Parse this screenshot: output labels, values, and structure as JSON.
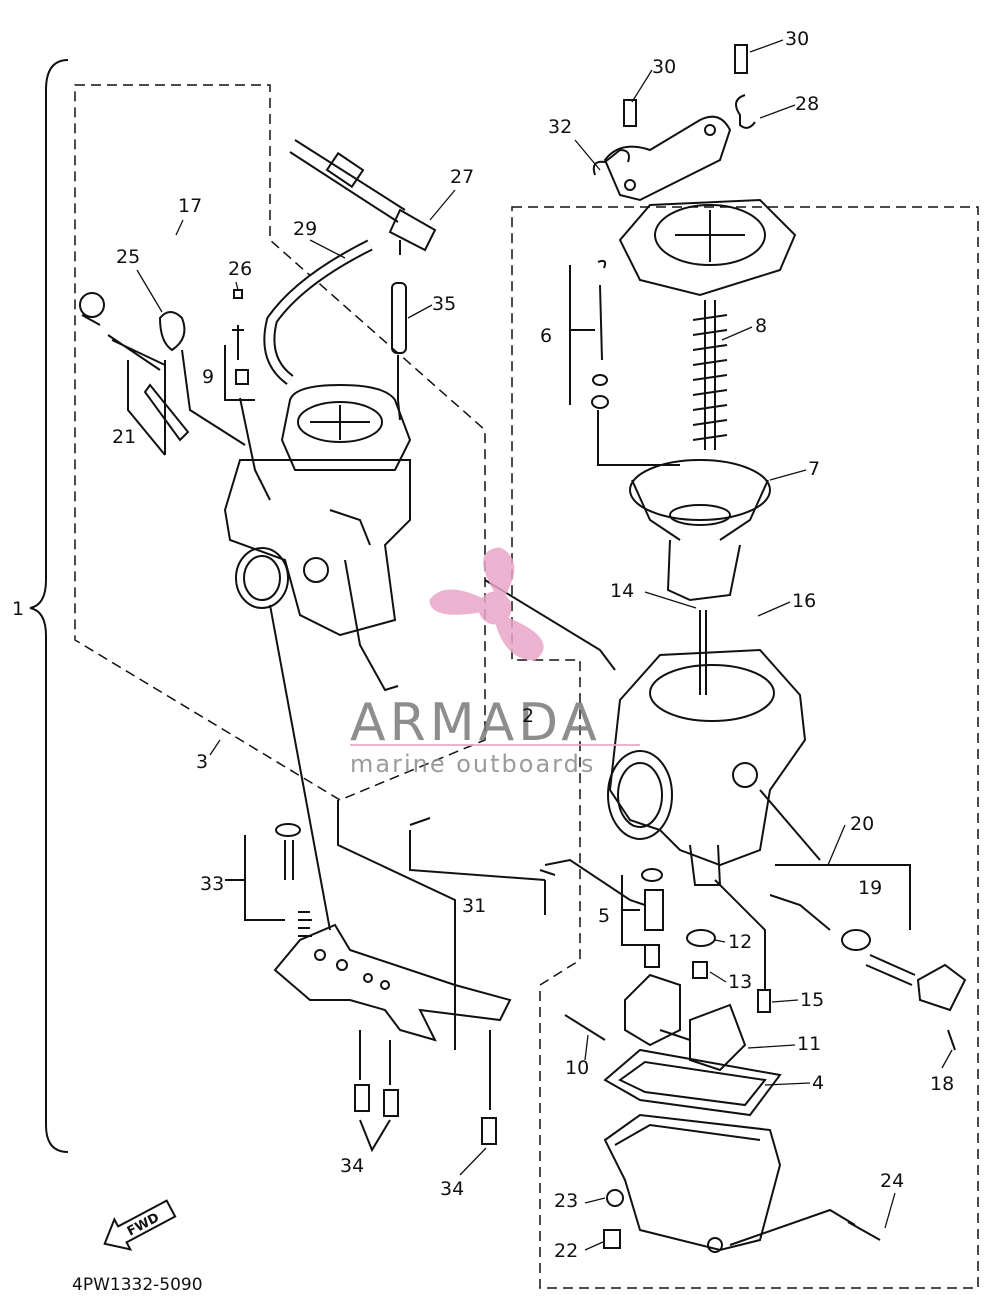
{
  "diagram": {
    "part_labels": [
      {
        "id": "p30a",
        "text": "30"
      },
      {
        "id": "p30b",
        "text": "30"
      },
      {
        "id": "p28",
        "text": "28"
      },
      {
        "id": "p32",
        "text": "32"
      },
      {
        "id": "p27",
        "text": "27"
      },
      {
        "id": "p17",
        "text": "17"
      },
      {
        "id": "p29",
        "text": "29"
      },
      {
        "id": "p25",
        "text": "25"
      },
      {
        "id": "p26",
        "text": "26"
      },
      {
        "id": "p35",
        "text": "35"
      },
      {
        "id": "p6",
        "text": "6"
      },
      {
        "id": "p8",
        "text": "8"
      },
      {
        "id": "p9",
        "text": "9"
      },
      {
        "id": "p21",
        "text": "21"
      },
      {
        "id": "p7",
        "text": "7"
      },
      {
        "id": "p14",
        "text": "14"
      },
      {
        "id": "p16",
        "text": "16"
      },
      {
        "id": "p2",
        "text": "2"
      },
      {
        "id": "p3",
        "text": "3"
      },
      {
        "id": "p20",
        "text": "20"
      },
      {
        "id": "p33",
        "text": "33"
      },
      {
        "id": "p31",
        "text": "31"
      },
      {
        "id": "p19",
        "text": "19"
      },
      {
        "id": "p5",
        "text": "5"
      },
      {
        "id": "p12",
        "text": "12"
      },
      {
        "id": "p13",
        "text": "13"
      },
      {
        "id": "p15",
        "text": "15"
      },
      {
        "id": "p10",
        "text": "10"
      },
      {
        "id": "p11",
        "text": "11"
      },
      {
        "id": "p4",
        "text": "4"
      },
      {
        "id": "p18",
        "text": "18"
      },
      {
        "id": "p34a",
        "text": "34"
      },
      {
        "id": "p34b",
        "text": "34"
      },
      {
        "id": "p24",
        "text": "24"
      },
      {
        "id": "p23",
        "text": "23"
      },
      {
        "id": "p22",
        "text": "22"
      },
      {
        "id": "p1",
        "text": "1"
      }
    ],
    "diagram_code": "4PW1332-5090",
    "fwd_label": "FWD",
    "watermark": {
      "brand": "ARMADA",
      "tagline": "marine outboards",
      "brand_color": "#e8a6c8"
    }
  }
}
